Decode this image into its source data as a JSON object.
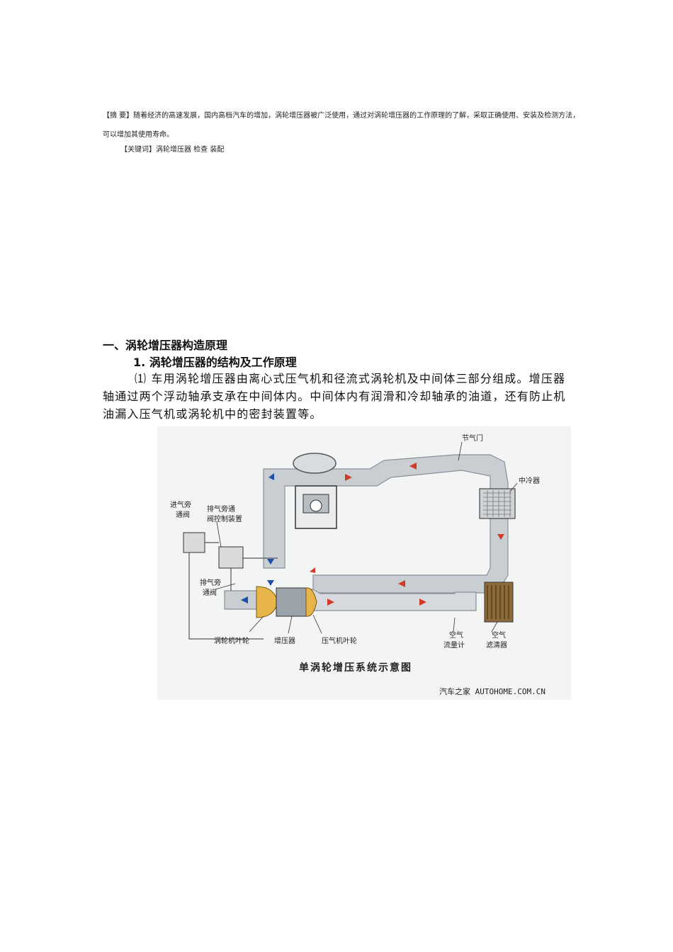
{
  "abstract": {
    "text": "【摘 要】随着经济的高速发展，国内高档汽车的增加，涡轮增压器被广泛使用，通过对涡轮增压器的工作原理的了解，采取正确使用、安装及检测方法，可以增加其使用寿命。",
    "keywords": "【关键词】涡轮增压器 检查 装配"
  },
  "section": {
    "heading": "一、涡轮增压器构造原理",
    "subheading": "1. 涡轮增压器的结构及工作原理",
    "paragraph": "⑴ 车用涡轮增压器由离心式压气机和径流式涡轮机及中间体三部分组成。增压器轴通过两个浮动轴承支承在中间体内。中间体内有润滑和冷却轴承的油道，还有防止机油漏入压气机或涡轮机中的密封装置等。"
  },
  "figure": {
    "title": "单涡轮增压系统示意图",
    "brand": "汽车之家  AUTOHOME.COM.CN",
    "labels": {
      "throttle": "节气门",
      "intercooler": "中冷器",
      "intake_bypass_1": "进气旁",
      "intake_bypass_2": "通阀",
      "wastegate_ctrl_1": "排气旁通",
      "wastegate_ctrl_2": "阀控制装置",
      "exhaust_bypass_1": "排气旁",
      "exhaust_bypass_2": "通阀",
      "turbine_wheel": "涡轮机叶轮",
      "turbocharger": "增压器",
      "compressor_wheel": "压气机叶轮",
      "airflow_meter_1": "空气",
      "airflow_meter_2": "流量计",
      "air_filter_1": "空气",
      "air_filter_2": "滤清器"
    },
    "colors": {
      "pipe": "#c9ced3",
      "pipe_edge": "#8a9096",
      "intake_arrow": "#d23a2a",
      "exhaust_arrow": "#1f4fa8",
      "turbine": "#e8b54a"
    }
  }
}
